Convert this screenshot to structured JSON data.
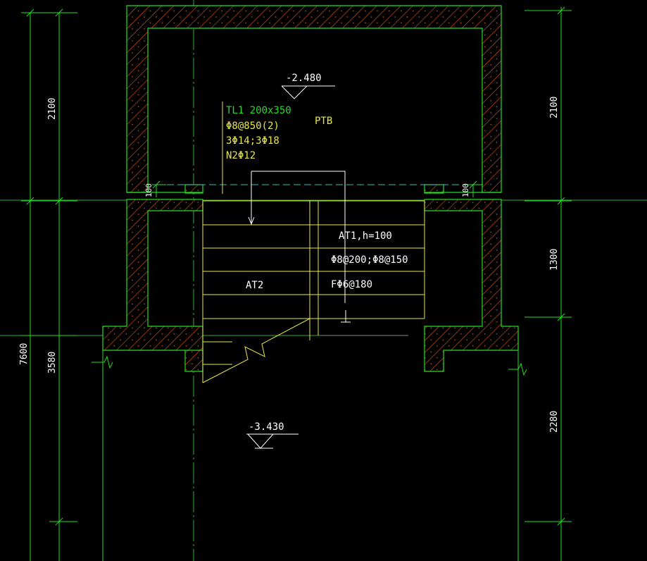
{
  "drawing": {
    "background_color": "#000000",
    "wall_outline_color": "#22dd22",
    "wall_hatch_color": "#e35b1a",
    "dim_color": "#22dd22",
    "axis_color": "#33aa33",
    "stair_color": "#e6e64a",
    "beam_color": "#e6e64a",
    "annotation_color": "#ffffff",
    "beam_label_color": "#22dd22",
    "dashed_beam_color": "#2fb8c8"
  },
  "dimensions": {
    "left_top": "2100",
    "left_bottom": "3580",
    "left_total": "7600",
    "right_top": "2100",
    "right_middle": "1300",
    "right_bottom": "2280",
    "wall_thickness_left": "100",
    "wall_thickness_right": "100"
  },
  "levels": {
    "upper": "-2.480",
    "lower": "-3.430"
  },
  "beam": {
    "line1": "TL1 200x350",
    "line2": "Φ8@850(2)",
    "line3": "3Φ14;3Φ18",
    "line4": "N2Φ12"
  },
  "labels": {
    "platform": "PTB",
    "stair_left": "AT2",
    "stair_right_1": "AT1,h=100",
    "stair_right_2": "Φ8@200;Φ8@150",
    "stair_right_3": "FΦ6@180"
  }
}
